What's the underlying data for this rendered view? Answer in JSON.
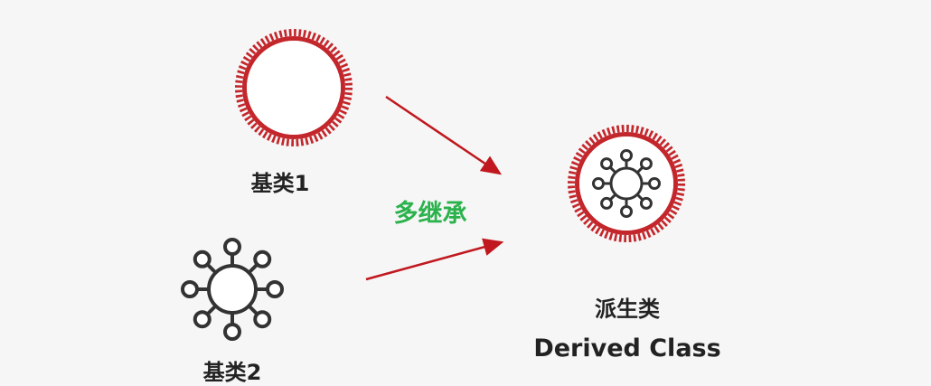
{
  "base1": {
    "label": "基类1"
  },
  "base2": {
    "label": "基类2"
  },
  "relation": {
    "label": "多继承"
  },
  "derived": {
    "label_cn": "派生类",
    "label_en": "Derived Class"
  },
  "colors": {
    "gear": "#c3262b",
    "arrow": "#c0181e",
    "relation": "#2bb24c",
    "icon": "#333333"
  }
}
